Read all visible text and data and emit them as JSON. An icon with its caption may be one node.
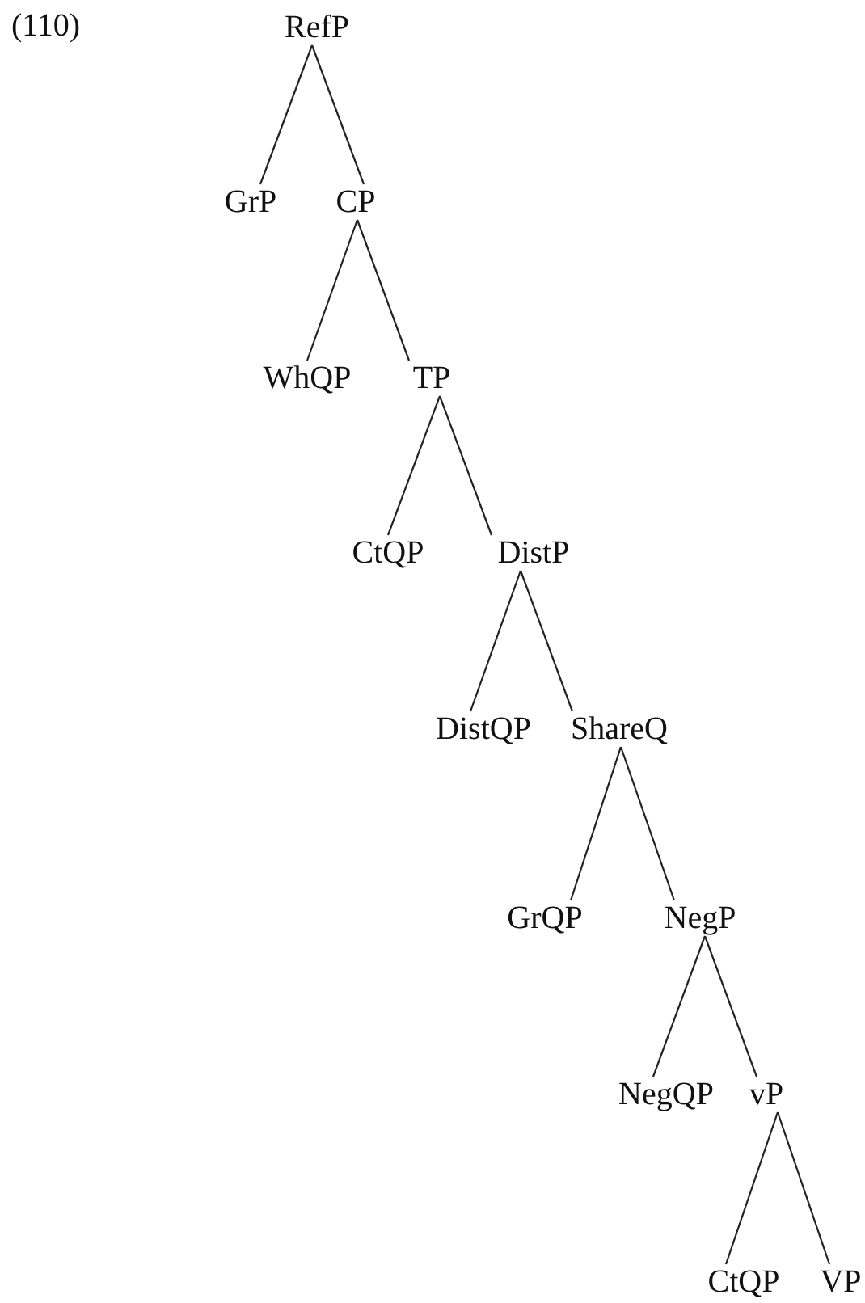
{
  "diagram": {
    "nodes": [
      {
        "text": [
          "RefP"
        ]
      },
      {
        "text": [
          "GrP"
        ]
      },
      {
        "text": [
          "CP"
        ]
      },
      {
        "text": [
          "WhQP"
        ]
      },
      {
        "text": [
          "TP"
        ]
      },
      {
        "text": [
          "CtQP"
        ]
      },
      {
        "text": [
          "DistP"
        ]
      },
      {
        "text": [
          "DistQP"
        ]
      },
      {
        "text": [
          "ShareQ"
        ]
      },
      {
        "text": [
          "GrQP"
        ]
      },
      {
        "text": [
          "NegP"
        ]
      },
      {
        "text": [
          "NegQP"
        ]
      },
      {
        "text": [
          "vP"
        ]
      },
      {
        "text": [
          "CtQP"
        ]
      },
      {
        "text": [
          "VP"
        ]
      }
    ],
    "edges": [
      {
        "from": 0,
        "to": 1,
        "arrow": "none"
      },
      {
        "from": 0,
        "to": 2,
        "arrow": "none"
      },
      {
        "from": 2,
        "to": 3,
        "arrow": "none"
      },
      {
        "from": 2,
        "to": 4,
        "arrow": "none"
      },
      {
        "from": 4,
        "to": 5,
        "arrow": "none"
      },
      {
        "from": 4,
        "to": 6,
        "arrow": "none"
      },
      {
        "from": 6,
        "to": 7,
        "arrow": "none"
      },
      {
        "from": 6,
        "to": 8,
        "arrow": "none"
      },
      {
        "from": 8,
        "to": 9,
        "arrow": "none"
      },
      {
        "from": 8,
        "to": 10,
        "arrow": "none"
      },
      {
        "from": 10,
        "to": 11,
        "arrow": "none"
      },
      {
        "from": 10,
        "to": 12,
        "arrow": "none"
      },
      {
        "from": 12,
        "to": 13,
        "arrow": "none"
      },
      {
        "from": 12,
        "to": 14,
        "arrow": "none"
      }
    ],
    "labels": [
      "(110)"
    ]
  }
}
